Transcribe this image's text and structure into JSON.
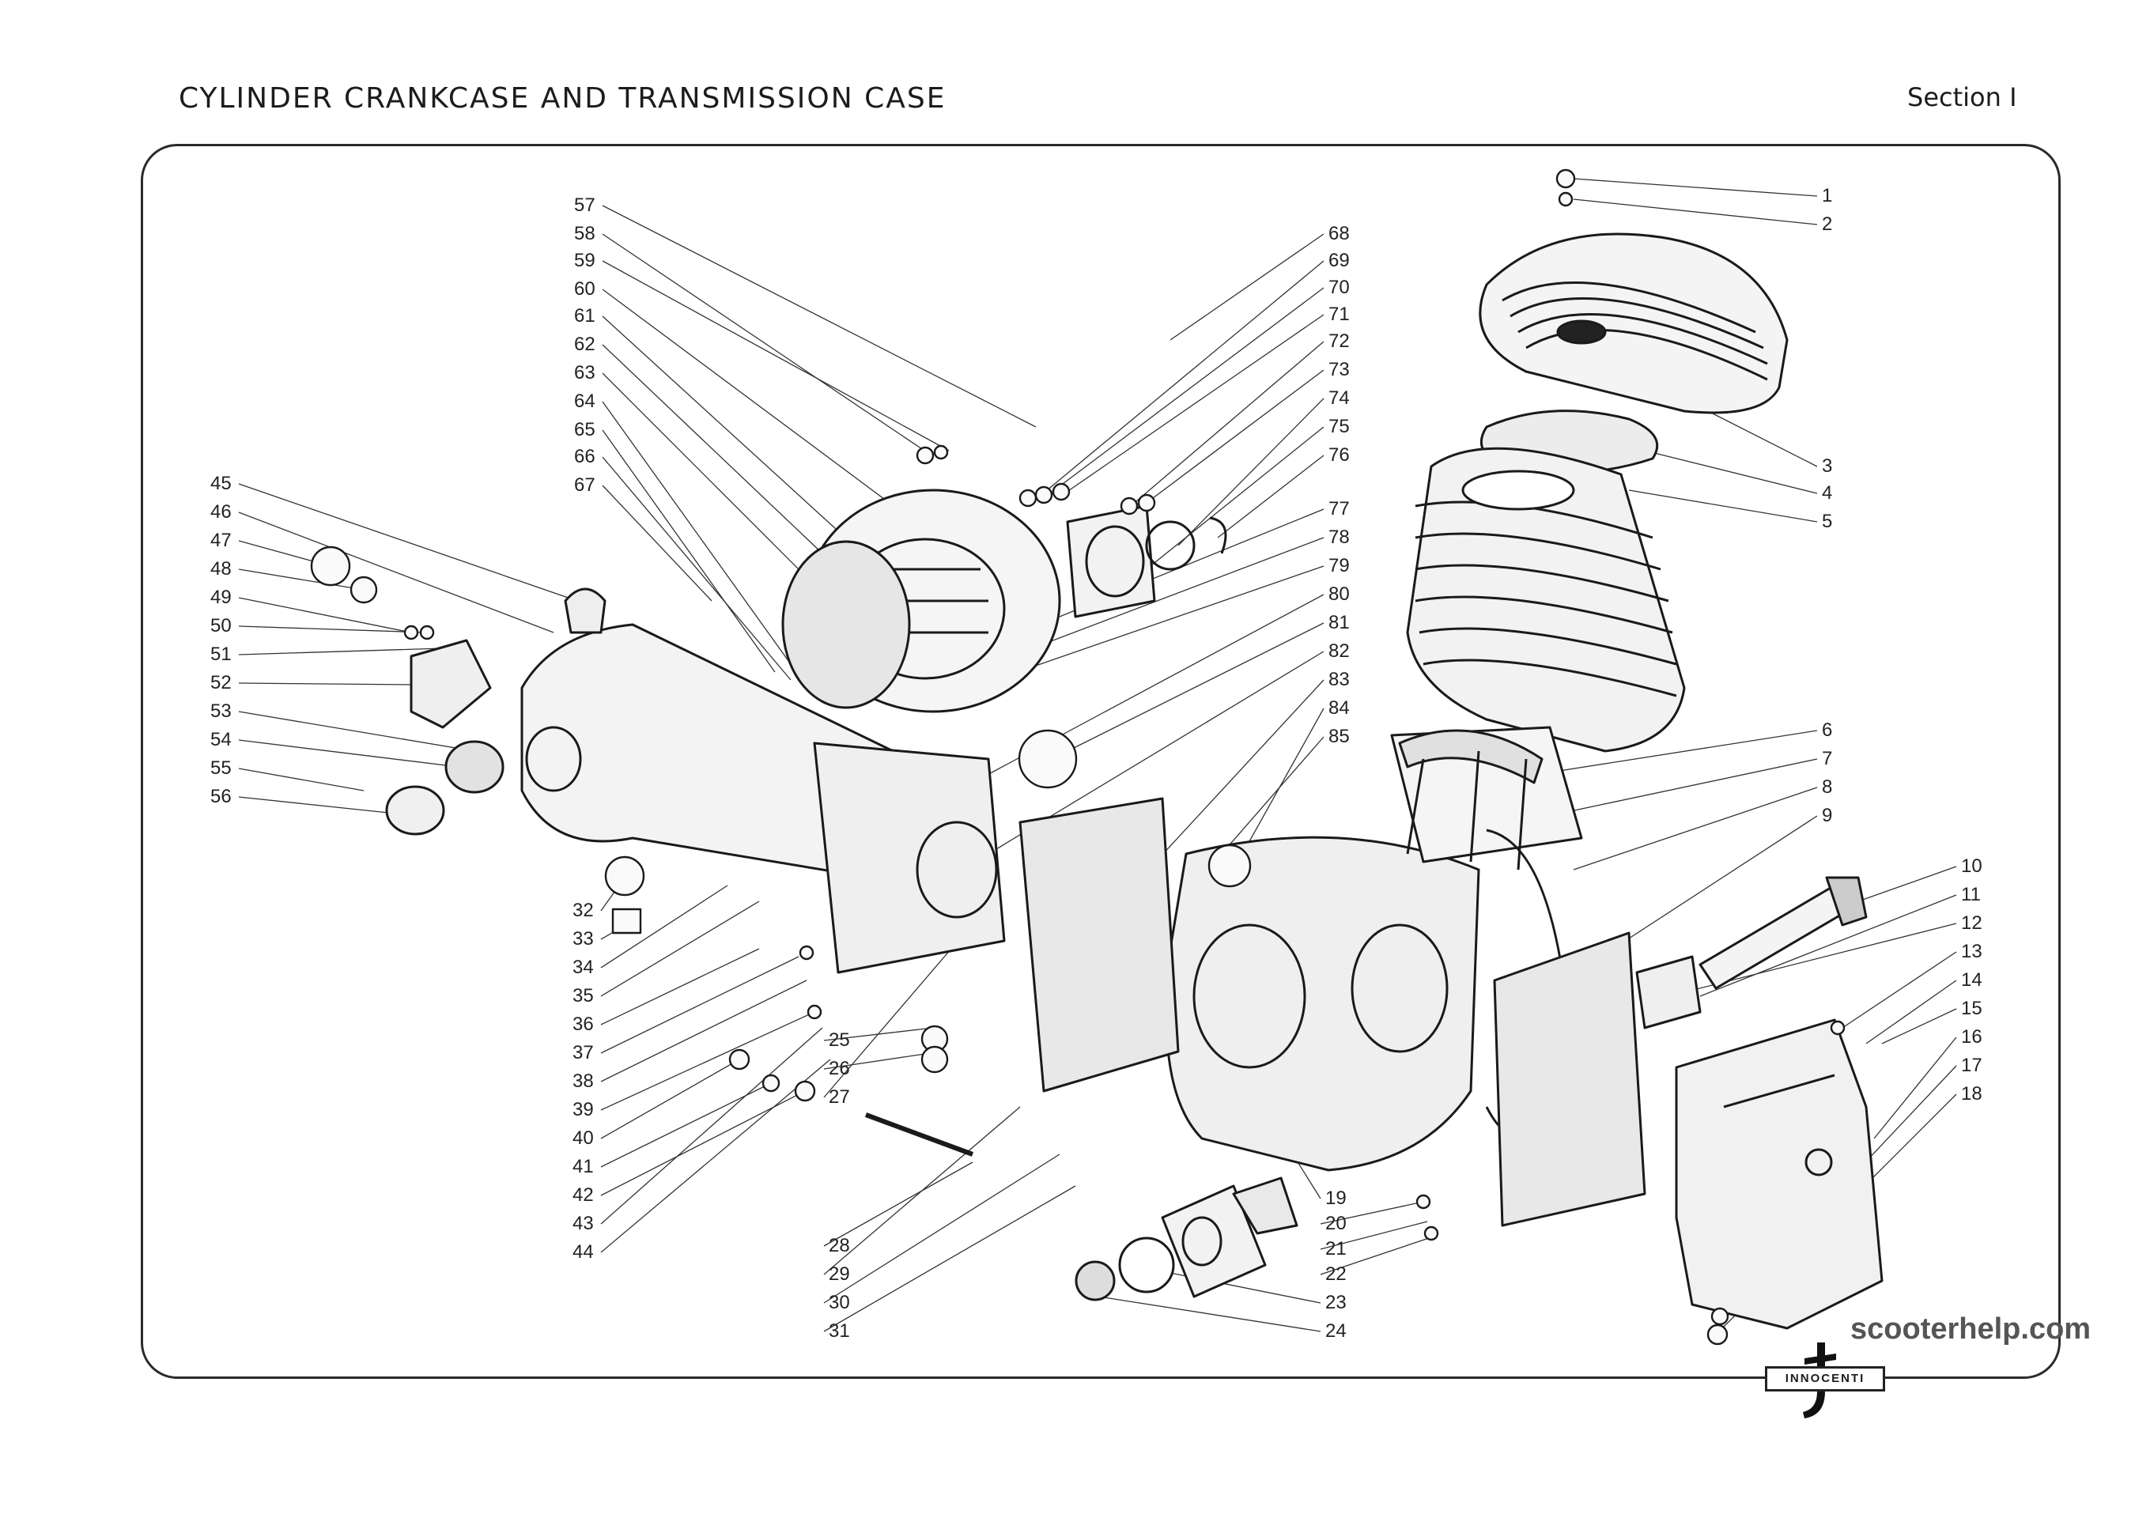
{
  "page": {
    "title": "CYLINDER CRANKCASE AND TRANSMISSION CASE",
    "section": "Section I"
  },
  "callouts": [
    {
      "n": "1"
    },
    {
      "n": "2"
    },
    {
      "n": "3"
    },
    {
      "n": "4"
    },
    {
      "n": "5"
    },
    {
      "n": "6"
    },
    {
      "n": "7"
    },
    {
      "n": "8"
    },
    {
      "n": "9"
    },
    {
      "n": "10"
    },
    {
      "n": "11"
    },
    {
      "n": "12"
    },
    {
      "n": "13"
    },
    {
      "n": "14"
    },
    {
      "n": "15"
    },
    {
      "n": "16"
    },
    {
      "n": "17"
    },
    {
      "n": "18"
    },
    {
      "n": "19"
    },
    {
      "n": "20"
    },
    {
      "n": "21"
    },
    {
      "n": "22"
    },
    {
      "n": "23"
    },
    {
      "n": "24"
    },
    {
      "n": "25"
    },
    {
      "n": "26"
    },
    {
      "n": "27"
    },
    {
      "n": "28"
    },
    {
      "n": "29"
    },
    {
      "n": "30"
    },
    {
      "n": "31"
    },
    {
      "n": "32"
    },
    {
      "n": "33"
    },
    {
      "n": "34"
    },
    {
      "n": "35"
    },
    {
      "n": "36"
    },
    {
      "n": "37"
    },
    {
      "n": "38"
    },
    {
      "n": "39"
    },
    {
      "n": "40"
    },
    {
      "n": "41"
    },
    {
      "n": "42"
    },
    {
      "n": "43"
    },
    {
      "n": "44"
    },
    {
      "n": "45"
    },
    {
      "n": "46"
    },
    {
      "n": "47"
    },
    {
      "n": "48"
    },
    {
      "n": "49"
    },
    {
      "n": "50"
    },
    {
      "n": "51"
    },
    {
      "n": "52"
    },
    {
      "n": "53"
    },
    {
      "n": "54"
    },
    {
      "n": "55"
    },
    {
      "n": "56"
    },
    {
      "n": "57"
    },
    {
      "n": "58"
    },
    {
      "n": "59"
    },
    {
      "n": "60"
    },
    {
      "n": "61"
    },
    {
      "n": "62"
    },
    {
      "n": "63"
    },
    {
      "n": "64"
    },
    {
      "n": "65"
    },
    {
      "n": "66"
    },
    {
      "n": "67"
    },
    {
      "n": "68"
    },
    {
      "n": "69"
    },
    {
      "n": "70"
    },
    {
      "n": "71"
    },
    {
      "n": "72"
    },
    {
      "n": "73"
    },
    {
      "n": "74"
    },
    {
      "n": "75"
    },
    {
      "n": "76"
    },
    {
      "n": "77"
    },
    {
      "n": "78"
    },
    {
      "n": "79"
    },
    {
      "n": "80"
    },
    {
      "n": "81"
    },
    {
      "n": "82"
    },
    {
      "n": "83"
    },
    {
      "n": "84"
    },
    {
      "n": "85"
    }
  ],
  "watermark": "scooterhelp.com",
  "brand": "INNOCENTI",
  "colors": {
    "ink": "#1c1c1c",
    "paper": "#ffffff",
    "watermark": "#555555"
  }
}
